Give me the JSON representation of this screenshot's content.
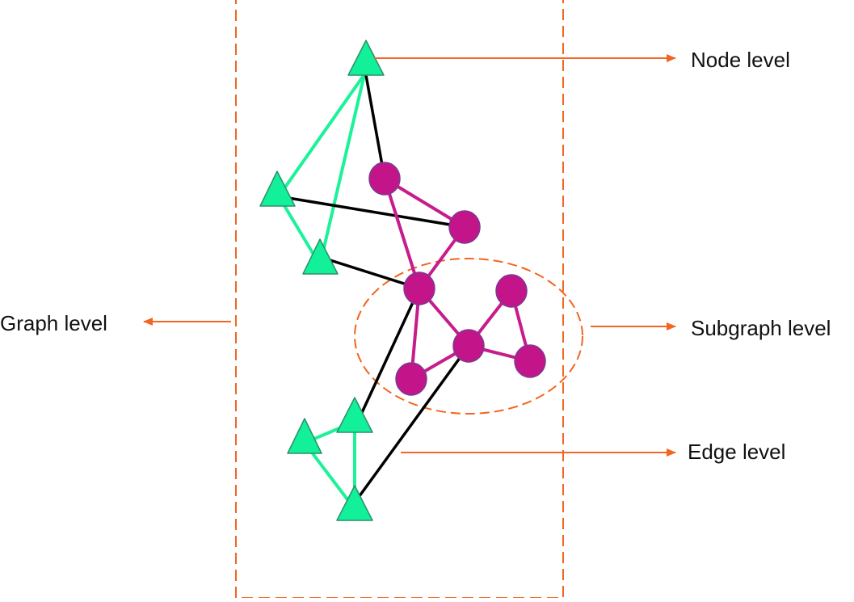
{
  "labels": {
    "node": "Node level",
    "subgraph": "Subgraph level",
    "edge": "Edge level",
    "graph": "Graph level"
  },
  "colors": {
    "triangle_fill": "#12F09A",
    "triangle_stroke": "#2C8F6A",
    "circle_fill": "#C4148A",
    "circle_stroke": "#7A3B8F",
    "green_edge": "#1BF29A",
    "magenta_edge": "#C61C8C",
    "cross_edge": "#000000",
    "annotation": "#F26522"
  },
  "icons": {
    "triangle_node": "triangle-node-icon",
    "circle_node": "circle-node-icon",
    "arrow": "arrow-icon"
  }
}
